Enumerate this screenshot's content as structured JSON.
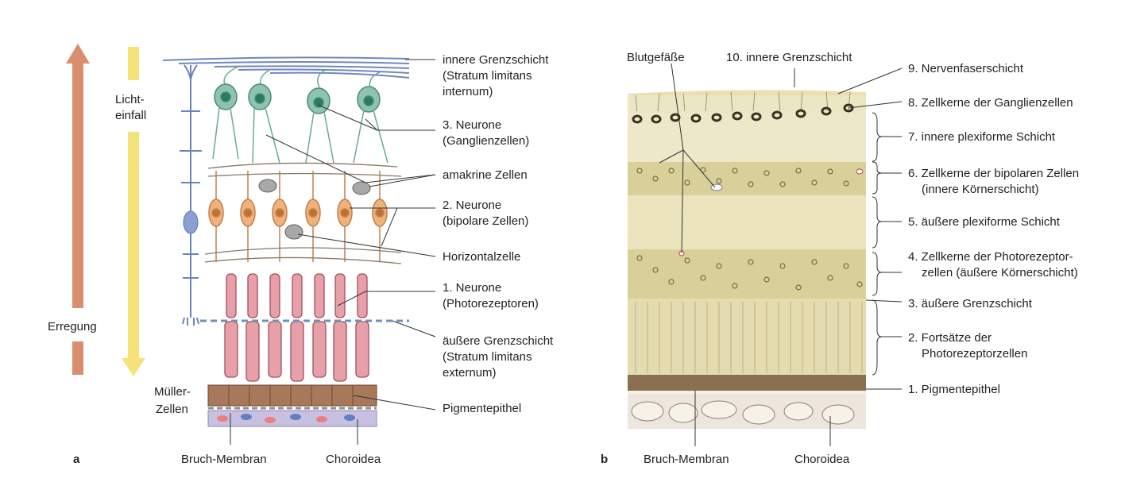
{
  "panel_a": {
    "letter": "a",
    "light_label": [
      "Licht-",
      "einfall"
    ],
    "excitation_label": "Erregung",
    "mueller_label": [
      "Müller-",
      "Zellen"
    ],
    "labels": [
      [
        "innere Grenzschicht",
        "(Stratum limitans",
        "internum)"
      ],
      [
        "3. Neurone",
        "(Ganglienzellen)"
      ],
      [
        "amakrine Zellen"
      ],
      [
        "2. Neurone",
        "(bipolare Zellen)"
      ],
      [
        "Horizontalzelle"
      ],
      [
        "1. Neurone",
        "(Photorezeptoren)"
      ],
      [
        "äußere Grenzschicht",
        "(Stratum limitans",
        "externum)"
      ],
      [
        "Pigmentepithel"
      ]
    ],
    "bottom_labels": [
      "Bruch-Membran",
      "Choroidea"
    ]
  },
  "panel_b": {
    "letter": "b",
    "top_labels": [
      "Blutgefäße",
      "10. innere Grenzschicht"
    ],
    "layers": [
      [
        "9. Nervenfaserschicht"
      ],
      [
        "8. Zellkerne der Ganglienzellen"
      ],
      [
        "7. innere plexiforme Schicht"
      ],
      [
        "6. Zellkerne der bipolaren Zellen",
        "(innere Körnerschicht)"
      ],
      [
        "5. äußere plexiforme Schicht"
      ],
      [
        "4. Zellkerne der Photorezeptor-",
        "zellen (äußere Körnerschicht)"
      ],
      [
        "3.  äußere Grenzschicht"
      ],
      [
        "2. Fortsätze der",
        "Photorezeptorzellen"
      ],
      [
        "1. Pigmentepithel"
      ]
    ],
    "bottom_labels": [
      "Bruch-Membran",
      "Choroidea"
    ]
  },
  "colors": {
    "excitation_arrow": "#d98e70",
    "light_arrow": "#f5e27a",
    "mueller": "#8aa0d0",
    "ganglion": "#8cc4b0",
    "bipolar": "#f0b27a",
    "photoreceptor": "#e8a0a8",
    "pigment": "#a8785a",
    "choroid": "#c8c0e0",
    "histology": "#e8e0b0"
  }
}
